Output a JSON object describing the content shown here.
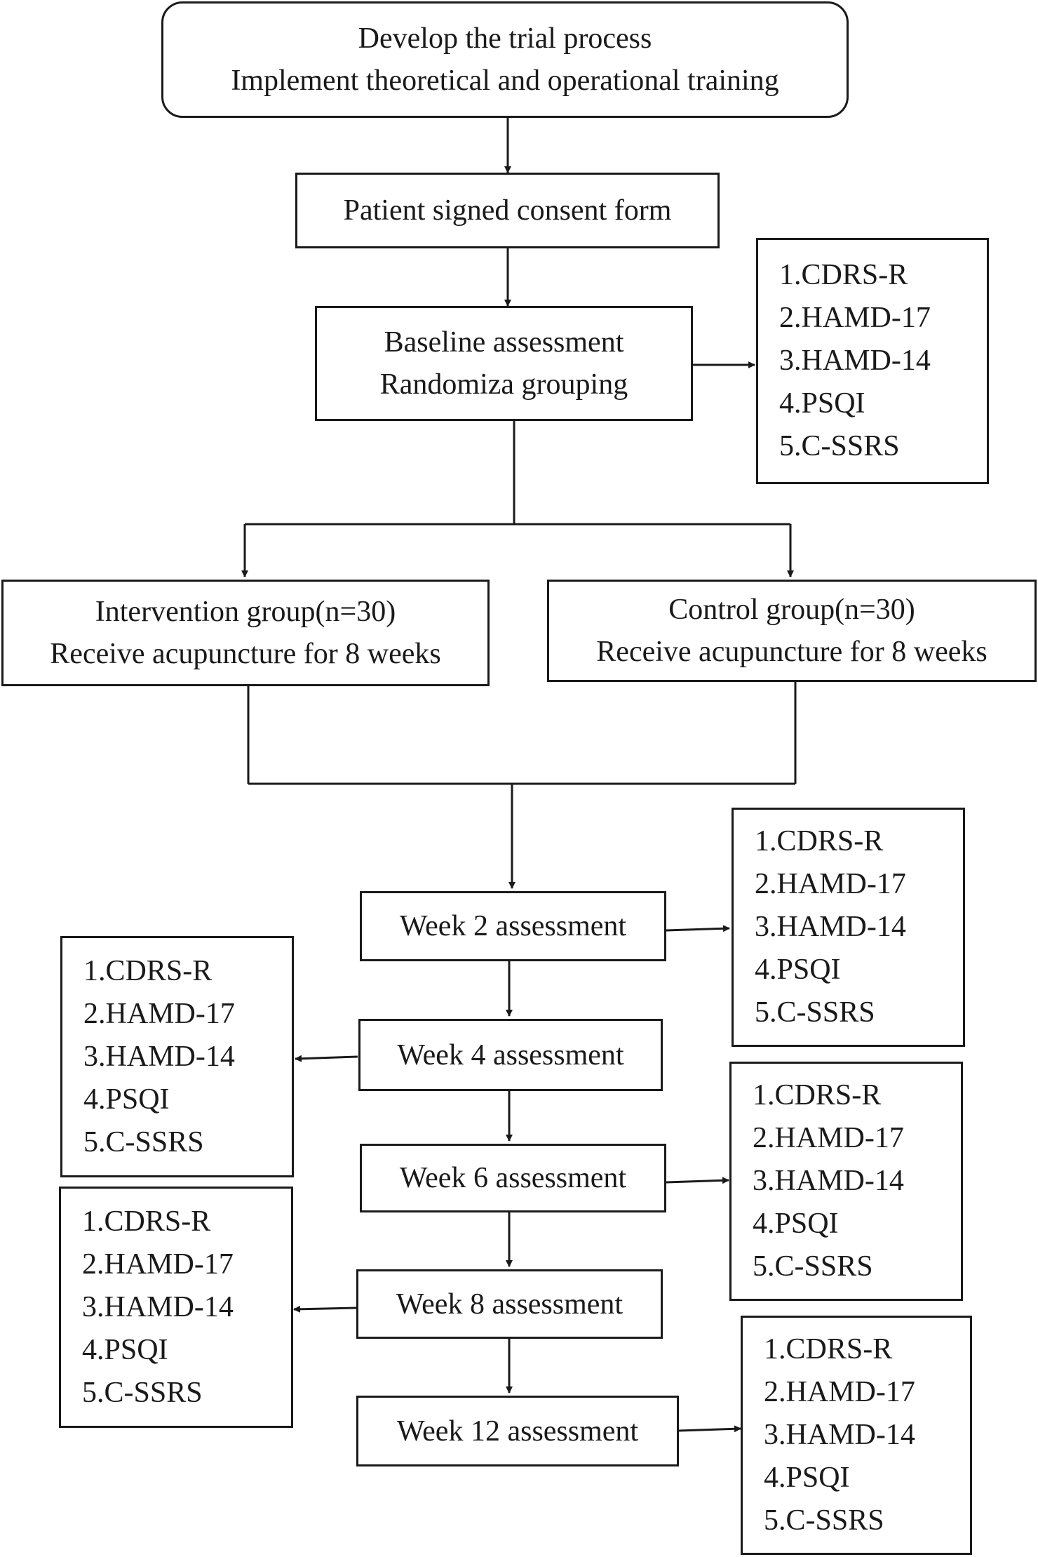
{
  "start": {
    "line1": "Develop the trial process",
    "line2": "Implement theoretical and operational training"
  },
  "consent": {
    "label": "Patient signed consent form"
  },
  "baseline": {
    "line1": "Baseline assessment",
    "line2": "Randomiza grouping"
  },
  "intervention": {
    "line1": "Intervention group(n=30)",
    "line2": "Receive acupuncture for 8 weeks"
  },
  "control": {
    "line1": "Control group(n=30)",
    "line2": "Receive acupuncture for 8 weeks"
  },
  "weeks": {
    "w2": "Week 2 assessment",
    "w4": "Week 4 assessment",
    "w6": "Week 6 assessment",
    "w8": "Week 8 assessment",
    "w12": "Week 12 assessment"
  },
  "measures": [
    "1.CDRS-R",
    "2.HAMD-17",
    "3.HAMD-14",
    "4.PSQI",
    "5.C-SSRS"
  ]
}
